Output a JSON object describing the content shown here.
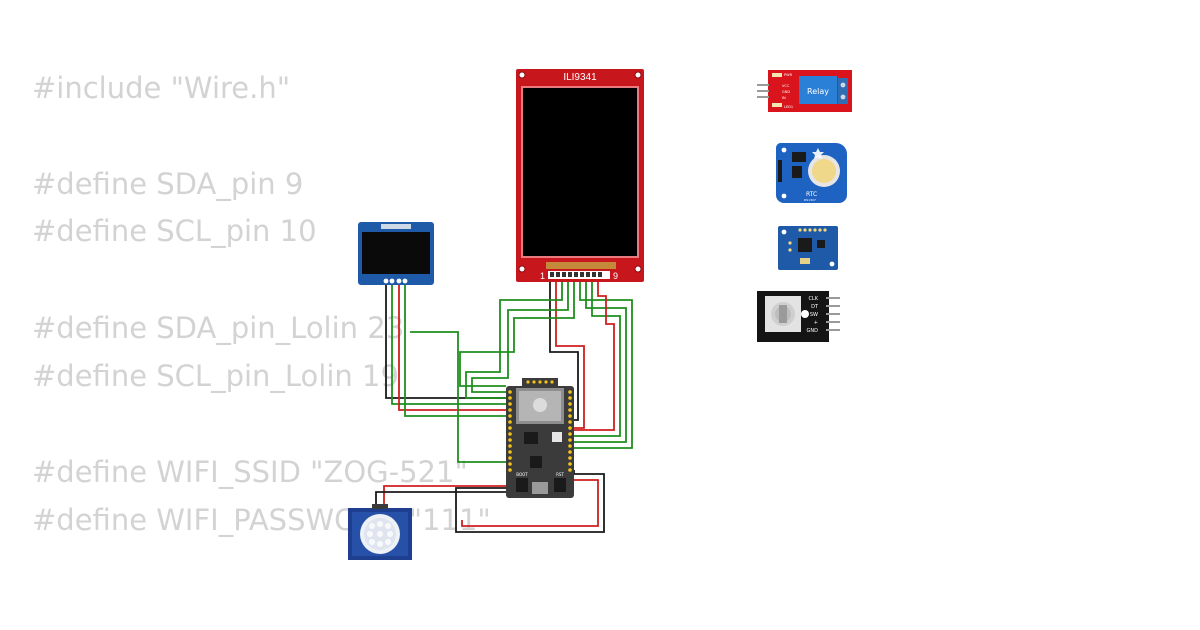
{
  "code": {
    "lines": [
      "#include \"Wire.h\"",
      "#define SDA_pin 9",
      "#define SCL_pin 10",
      "#define SDA_pin_Lolin 23",
      "#define SCL_pin_Lolin 19",
      "#define WIFI_SSID \"ZOG-521\"",
      "#define WIFI_PASSWORD \"111\""
    ]
  },
  "components": {
    "tft": {
      "label": "ILI9341",
      "pin_first": "1",
      "pin_last": "9"
    },
    "relay": {
      "label": "Relay",
      "pins": [
        "PWR",
        "VCC",
        "GND",
        "IN",
        "LED1"
      ]
    },
    "rtc": {
      "label": "RTC",
      "sub": "DS1307"
    },
    "encoder": {
      "pins": [
        "CLK",
        "DT",
        "SW",
        "+",
        "GND"
      ]
    },
    "esp32": {
      "boot": "BOOT",
      "rst": "RST"
    }
  },
  "colors": {
    "wire_green": "#1e8f1e",
    "wire_red": "#d01f1f",
    "wire_black": "#1a1a1a",
    "pcb_red": "#c8161d",
    "pcb_blue": "#1f5aa8",
    "code_text": "#d3d3d3"
  }
}
